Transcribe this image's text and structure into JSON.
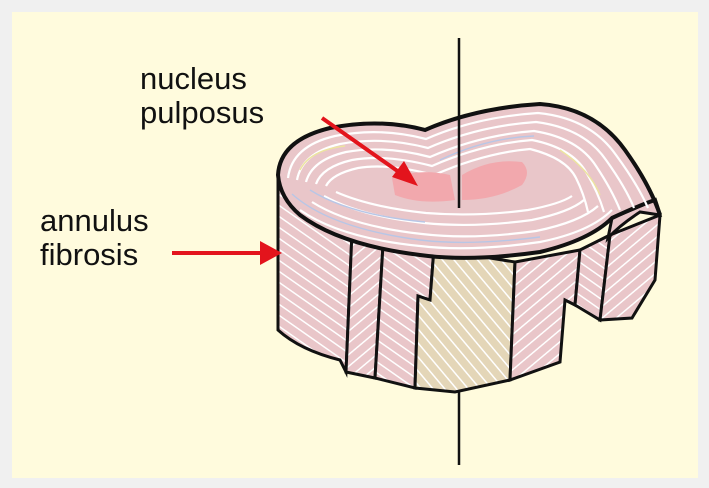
{
  "labels": {
    "nucleus_line1": "nucleus",
    "nucleus_line2": "pulposus",
    "annulus_line1": "annulus",
    "annulus_line2": "fibrosis"
  },
  "colors": {
    "background": "#f0f0f0",
    "panel": "#fffbdd",
    "disc_fill": "#e9c6c9",
    "nucleus_fill": "#f2a8ad",
    "outline": "#111111",
    "arrow": "#e3141c",
    "band_lines": "#ffffff",
    "band_tint_blue": "#b8c6e6",
    "band_tint_yellow": "#ece4a0"
  },
  "icons": {
    "arrows": "red-arrow",
    "axis": "vertical-axis-line"
  }
}
